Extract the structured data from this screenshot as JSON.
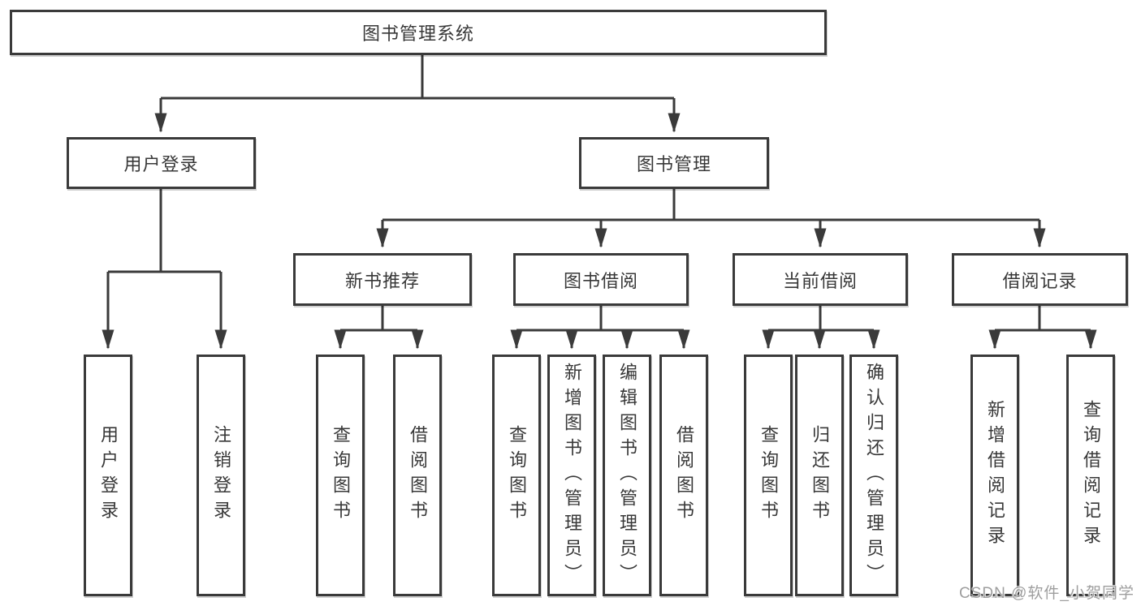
{
  "colors": {
    "line": "#3a3a3a",
    "text": "#383838",
    "watermark": "#9e9e9e"
  },
  "tree": {
    "root": "图书管理系统",
    "user_login": {
      "label": "用户登录",
      "children": [
        "用户登录",
        "注销登录"
      ]
    },
    "book_mgmt": {
      "label": "图书管理",
      "new_books": {
        "label": "新书推荐",
        "children": [
          "查询图书",
          "借阅图书"
        ]
      },
      "book_borrow": {
        "label": "图书借阅",
        "children": [
          "查询图书",
          "新增图书（管理员）",
          "编辑图书（管理员）",
          "借阅图书"
        ]
      },
      "current_borrow": {
        "label": "当前借阅",
        "children": [
          "查询图书",
          "归还图书",
          "确认归还（管理员）"
        ]
      },
      "borrow_records": {
        "label": "借阅记录",
        "children": [
          "新增借阅记录",
          "查询借阅记录"
        ]
      }
    }
  },
  "watermark": "CSDN @软件_小贺同学"
}
